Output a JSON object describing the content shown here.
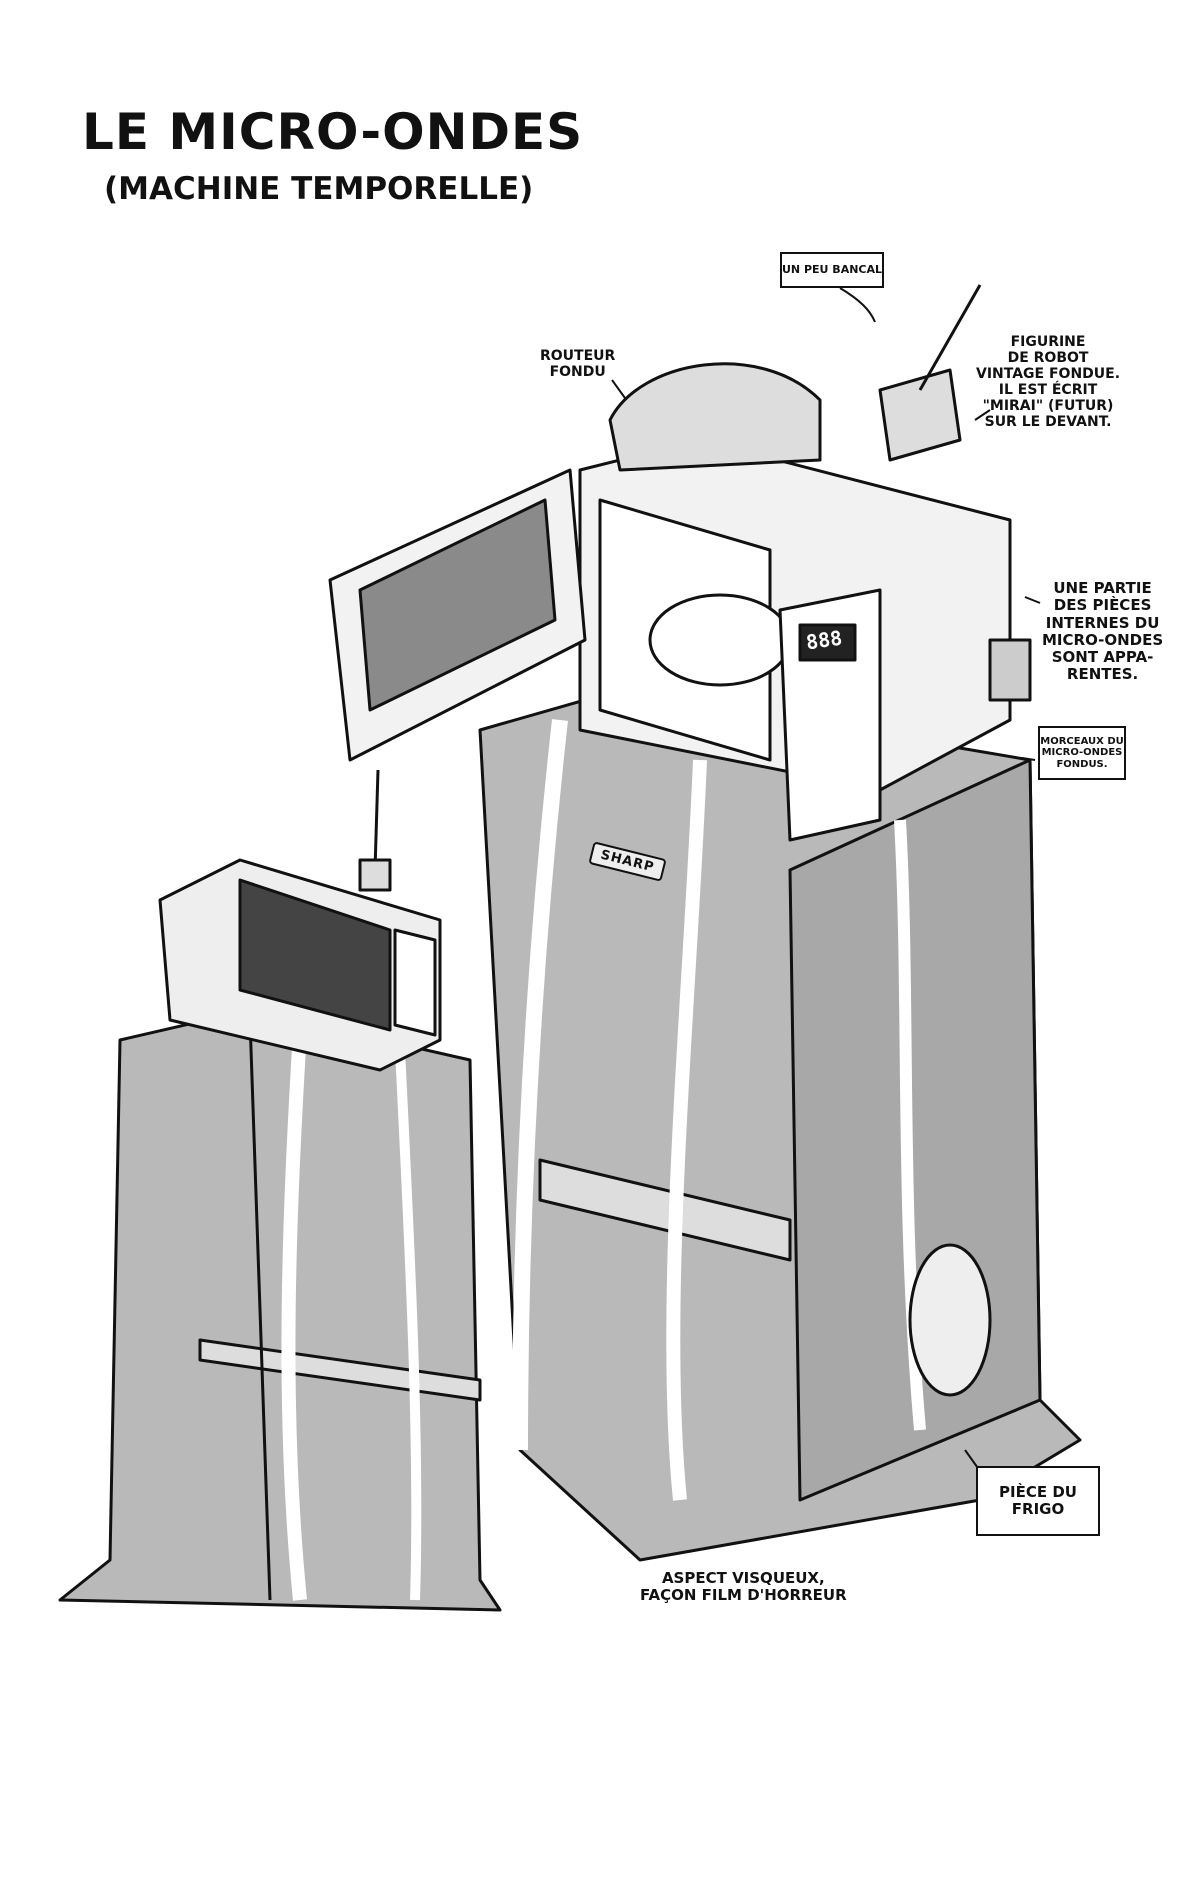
{
  "title": "Le micro-ondes",
  "subtitle": "(Machine temporelle)",
  "annotations": {
    "un_peu_bancal": "Un peu bancal",
    "routeur_fondu": "Routeur\nfondu",
    "figurine": "Figurine\nde robot\nvintage fondue.\nIl est écrit\n\"Mirai\" (futur)\nsur le devant.",
    "pieces_internes": "Une partie\ndes pièces\ninternes du\nmicro-ondes\nsont appa-\nrentes.",
    "morceaux": "Morceaux du\nmicro-ondes\nfondus.",
    "piece_frigo": "Pièce du\nfrigo",
    "aspect": "Aspect visqueux,\nfaçon film d'horreur"
  },
  "illustration_labels": {
    "brand": "SHARP",
    "display": "888"
  }
}
